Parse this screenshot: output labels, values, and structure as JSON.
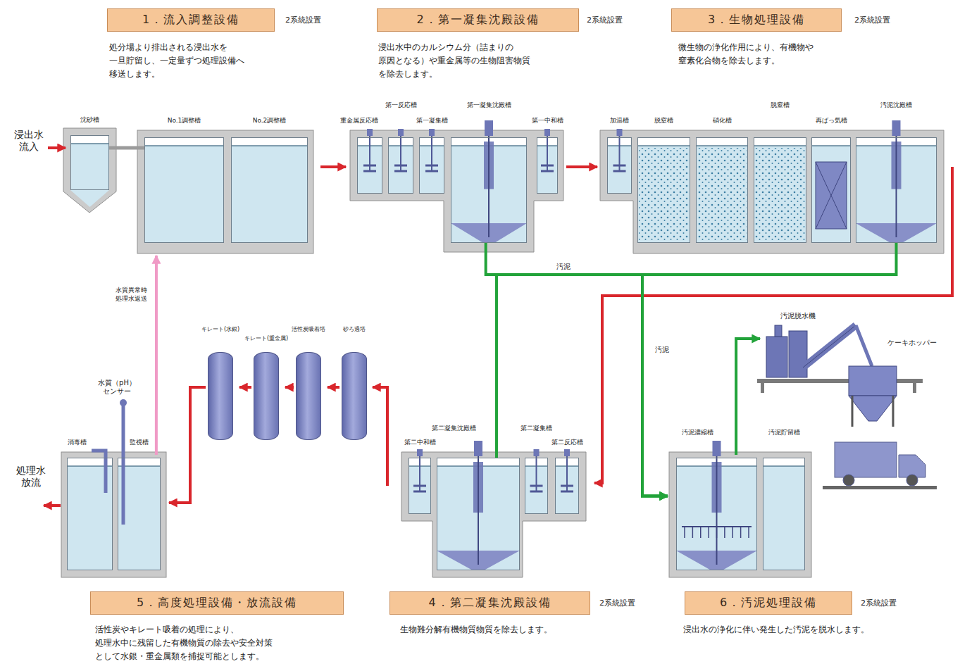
{
  "diagram": {
    "nodes": [
      {
        "text": [
          "1．流入調整設備"
        ]
      },
      {
        "text": [
          "2．第一凝集沈殿設備"
        ]
      },
      {
        "text": [
          "3．生物処理設備"
        ]
      },
      {
        "text": [
          "沈砂槽"
        ]
      },
      {
        "text": [
          "No.1調整槽"
        ]
      },
      {
        "text": [
          "No.2調整槽"
        ]
      },
      {
        "text": [
          "重金属反応槽"
        ]
      },
      {
        "text": [
          "第一反応槽"
        ]
      },
      {
        "text": [
          "第一凝集槽"
        ]
      },
      {
        "text": [
          "第一凝集沈殿槽"
        ]
      },
      {
        "text": [
          "第一中和槽"
        ]
      },
      {
        "text": [
          "加温槽"
        ]
      },
      {
        "text": [
          "脱窒槽"
        ]
      },
      {
        "text": [
          "硝化槽"
        ]
      },
      {
        "text": [
          "脱窒槽"
        ]
      },
      {
        "text": [
          "再ばっ気槽"
        ]
      },
      {
        "text": [
          "汚泥沈殿槽"
        ]
      },
      {
        "text": [
          "汚泥脱水機"
        ]
      },
      {
        "text": [
          "ケーキホッパー"
        ]
      },
      {
        "text": [
          "キレート(水銀)"
        ]
      },
      {
        "text": [
          "キレート(重金属)"
        ]
      },
      {
        "text": [
          "活性炭吸着塔"
        ]
      },
      {
        "text": [
          "砂ろ過塔"
        ]
      },
      {
        "text": [
          "消毒槽"
        ]
      },
      {
        "text": [
          "監視槽"
        ]
      },
      {
        "text": [
          "第二中和槽"
        ]
      },
      {
        "text": [
          "第二凝集沈殿槽"
        ]
      },
      {
        "text": [
          "第二凝集槽"
        ]
      },
      {
        "text": [
          "第二反応槽"
        ]
      },
      {
        "text": [
          "汚泥濃縮槽"
        ]
      },
      {
        "text": [
          "汚泥貯留槽"
        ]
      },
      {
        "text": [
          "5．高度処理設備・放流設備"
        ]
      },
      {
        "text": [
          "4．第二凝集沈殿設備"
        ]
      },
      {
        "text": [
          "6．汚泥処理設備"
        ]
      }
    ],
    "edges": [
      {
        "from": 3,
        "to": 4,
        "arrow": "none"
      },
      {
        "from": 5,
        "to": 6,
        "arrow": "to"
      },
      {
        "from": 10,
        "to": 11,
        "arrow": "to"
      },
      {
        "from": 16,
        "to": 28,
        "arrow": "to"
      },
      {
        "from": 25,
        "to": 22,
        "arrow": "to"
      },
      {
        "from": 22,
        "to": 21,
        "arrow": "to"
      },
      {
        "from": 21,
        "to": 20,
        "arrow": "to"
      },
      {
        "from": 20,
        "to": 19,
        "arrow": "to"
      },
      {
        "from": 19,
        "to": 24,
        "arrow": "to"
      },
      {
        "from": 24,
        "to": 4,
        "arrow": "to",
        "label": "水質異常時 処理水返送"
      },
      {
        "from": 9,
        "to": 29,
        "arrow": "to",
        "label": "汚泥"
      },
      {
        "from": 16,
        "to": 29,
        "arrow": "to",
        "label": "汚泥"
      },
      {
        "from": 26,
        "to": 29,
        "arrow": "to"
      },
      {
        "from": 29,
        "to": 17,
        "arrow": "to"
      }
    ],
    "labels": [
      "2系統設置",
      "処分場より排出される浸出水を 一旦貯留し、一定量ずつ処理設備へ 移送します。",
      "2系統設置",
      "浸出水中のカルシウム分（詰まりの 原因となる）や重金属等の生物阻害物質 を除去します。",
      "2系統設置",
      "微生物の浄化作用により、有機物や 窒素化合物を除去します。",
      "浸出水 流入",
      "水質（pH） センサー",
      "処理水 放流",
      "活性炭やキレート吸着の処理により、 処理水中に残留した有機物質の除去や安全対策 として水銀・重金属類を捕捉可能とします。",
      "2系統設置",
      "生物難分解有機物質物質を除去します。",
      "2系統設置",
      "浸出水の浄化に伴い発生した汚泥を脱水します。"
    ]
  }
}
